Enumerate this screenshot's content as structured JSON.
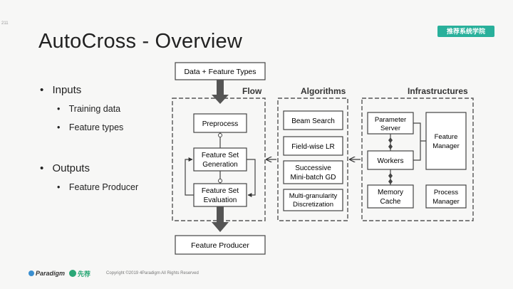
{
  "slide": {
    "corner_mark": "211",
    "title": "AutoCross - Overview",
    "badge": "推荐系统学院",
    "inputs_heading": "Inputs",
    "inputs_items": [
      "Training data",
      "Feature types"
    ],
    "outputs_heading": "Outputs",
    "outputs_items": [
      "Feature Producer"
    ]
  },
  "diagram": {
    "top_input": "Data + Feature Types",
    "bottom_output": "Feature Producer",
    "flow": {
      "label": "Flow",
      "preprocess": "Preprocess",
      "fsg_line1": "Feature Set",
      "fsg_line2": "Generation",
      "fse_line1": "Feature Set",
      "fse_line2": "Evaluation"
    },
    "algorithms": {
      "label": "Algorithms",
      "beam_search": "Beam Search",
      "field_wise_lr": "Field-wise LR",
      "mbgd_line1": "Successive",
      "mbgd_line2": "Mini-batch GD",
      "mgd_line1": "Multi-granularity",
      "mgd_line2": "Discretization"
    },
    "infrastructures": {
      "label": "Infrastructures",
      "ps_line1": "Parameter",
      "ps_line2": "Server",
      "fm_line1": "Feature",
      "fm_line2": "Manager",
      "workers": "Workers",
      "mc_line1": "Memory",
      "mc_line2": "Cache",
      "pm_line1": "Process",
      "pm_line2": "Manager"
    }
  },
  "footer": {
    "logo_text": "Paradigm",
    "logo2_text": "先荐",
    "copyright": "Copyright ©2019 4Paradigm All Rights Reserved"
  }
}
